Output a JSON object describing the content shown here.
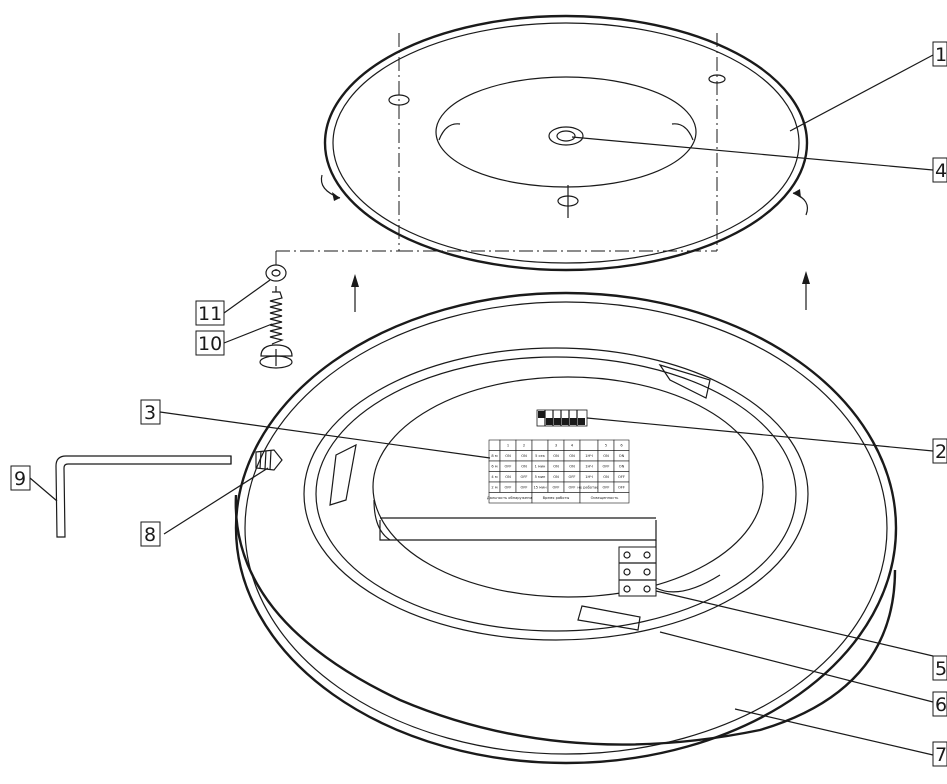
{
  "callouts": [
    {
      "id": "c1",
      "label": "1"
    },
    {
      "id": "c2",
      "label": "2"
    },
    {
      "id": "c3",
      "label": "3"
    },
    {
      "id": "c4",
      "label": "4"
    },
    {
      "id": "c5",
      "label": "5"
    },
    {
      "id": "c6",
      "label": "6"
    },
    {
      "id": "c7",
      "label": "7"
    },
    {
      "id": "c8",
      "label": "8"
    },
    {
      "id": "c9",
      "label": "9"
    },
    {
      "id": "c10",
      "label": "10"
    },
    {
      "id": "c11",
      "label": "11"
    }
  ],
  "dip_table": {
    "header": [
      "",
      "1",
      "2",
      "",
      "3",
      "4",
      "",
      "5",
      "6"
    ],
    "rows": [
      [
        "8 м",
        "ON",
        "ON",
        "5 сек",
        "ON",
        "ON",
        "1НЧ",
        "ON",
        "ON"
      ],
      [
        "6 м",
        "OFF",
        "ON",
        "1 мин",
        "ON",
        "ON",
        "1НЧ",
        "OFF",
        "ON"
      ],
      [
        "4 м",
        "ON",
        "OFF",
        "5 мин",
        "ON",
        "OFF",
        "1НЧ",
        "ON",
        "OFF"
      ],
      [
        "2 м",
        "OFF",
        "OFF",
        "15 мин",
        "OFF",
        "OFF",
        "не работает",
        "OFF",
        "OFF"
      ]
    ],
    "footer": [
      "Дальность обнаружения",
      "Время работы",
      "Освещенность"
    ]
  }
}
